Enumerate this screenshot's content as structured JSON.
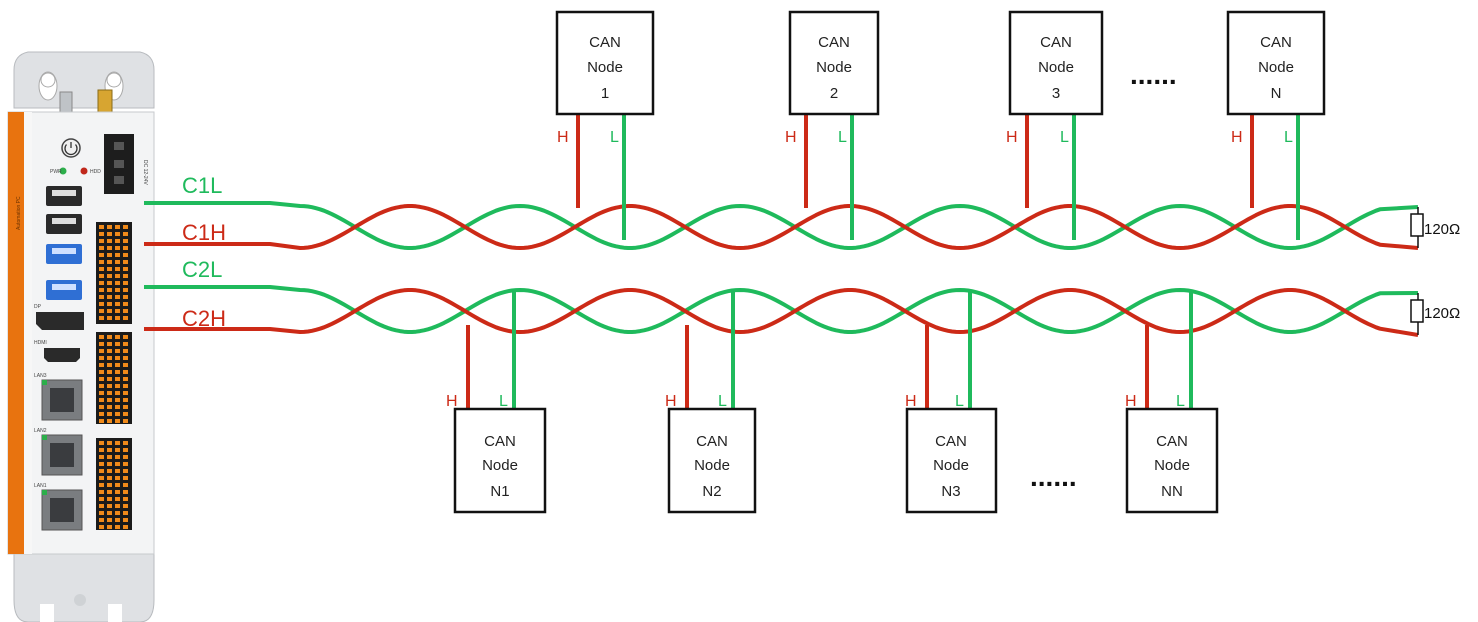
{
  "colors": {
    "can_high": "#cc2a17",
    "can_low": "#1fba5c",
    "device_accent": "#e8730f",
    "box_border": "#111111"
  },
  "device": {
    "side_text": "Automation PC",
    "power_label": "DC 12-24V",
    "led_labels": [
      "PWR",
      "HDD"
    ],
    "port_labels": [
      "DP",
      "HDMI",
      "LAN3",
      "LAN2",
      "LAN1"
    ]
  },
  "buses": [
    {
      "low_label": "C1L",
      "high_label": "C1H",
      "terminator": "120Ω"
    },
    {
      "low_label": "C2L",
      "high_label": "C2H",
      "terminator": "120Ω"
    }
  ],
  "pin_labels": {
    "high": "H",
    "low": "L"
  },
  "top_nodes": [
    {
      "line1": "CAN",
      "line2": "Node",
      "id": "1"
    },
    {
      "line1": "CAN",
      "line2": "Node",
      "id": "2"
    },
    {
      "line1": "CAN",
      "line2": "Node",
      "id": "3"
    },
    {
      "line1": "CAN",
      "line2": "Node",
      "id": "N"
    }
  ],
  "bottom_nodes": [
    {
      "line1": "CAN",
      "line2": "Node",
      "id": "N1"
    },
    {
      "line1": "CAN",
      "line2": "Node",
      "id": "N2"
    },
    {
      "line1": "CAN",
      "line2": "Node",
      "id": "N3"
    },
    {
      "line1": "CAN",
      "line2": "Node",
      "id": "NN"
    }
  ],
  "ellipsis": "......"
}
